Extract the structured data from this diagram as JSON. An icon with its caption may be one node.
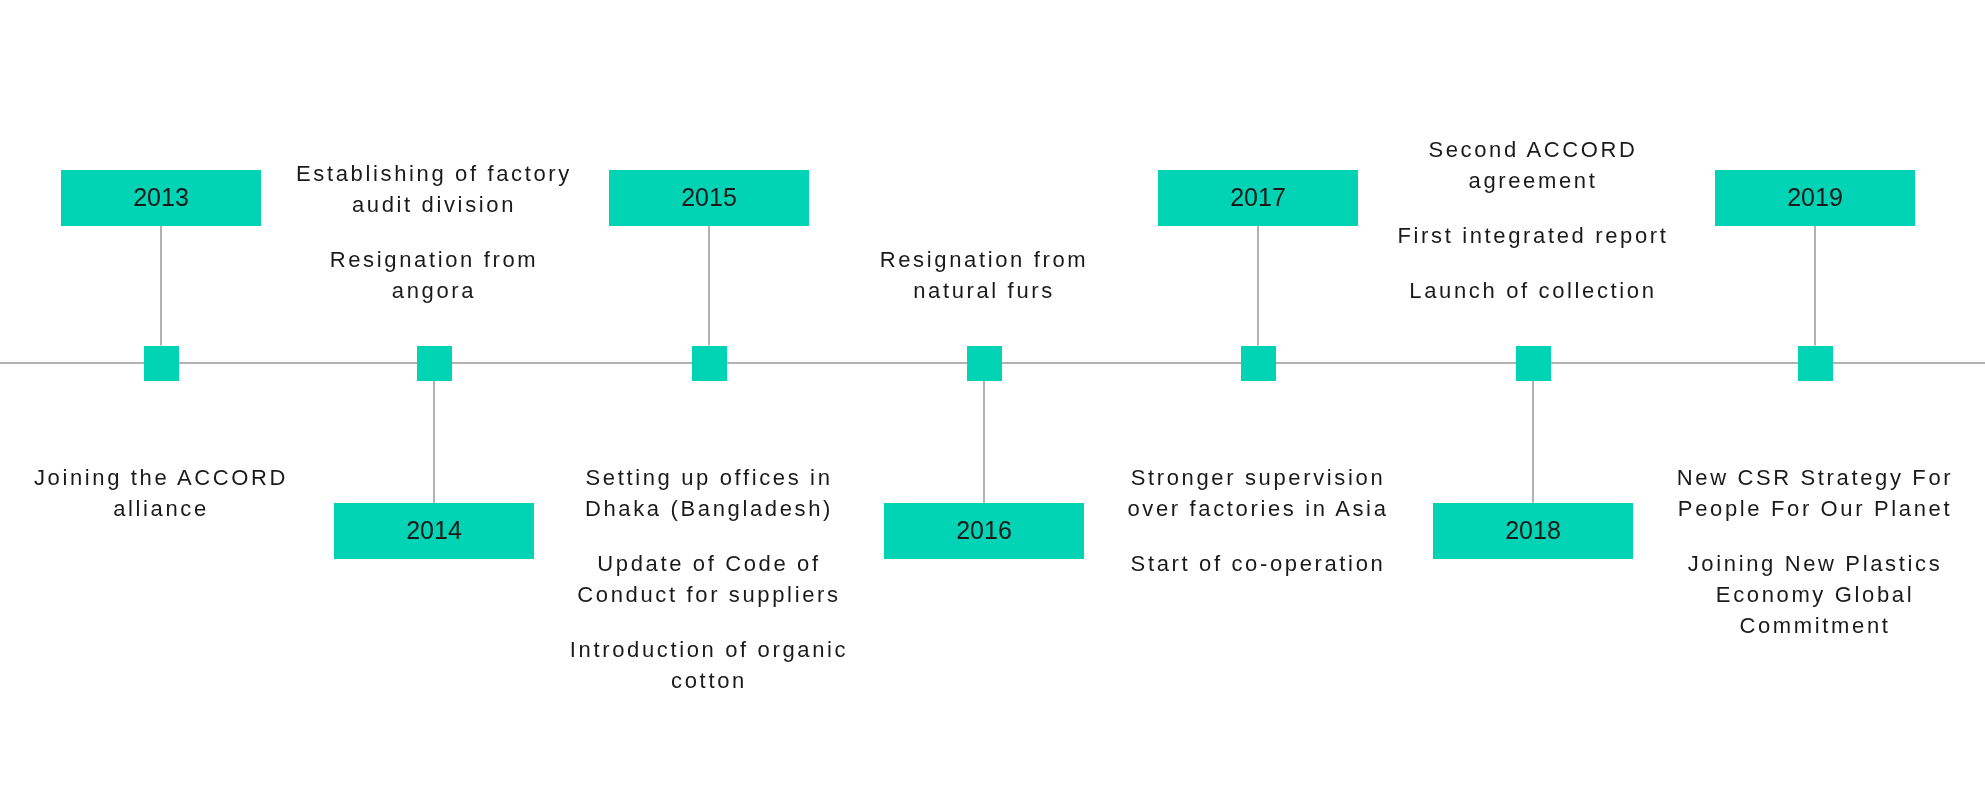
{
  "diagram": {
    "nodes": [
      {
        "text": [
          "2013"
        ]
      },
      {
        "text": [
          "2014"
        ]
      },
      {
        "text": [
          "2015"
        ]
      },
      {
        "text": [
          "2016"
        ]
      },
      {
        "text": [
          "2017"
        ]
      },
      {
        "text": [
          "2018"
        ]
      },
      {
        "text": [
          "2019"
        ]
      },
      {
        "text": [],
        "shape": "box"
      },
      {
        "text": [],
        "shape": "box"
      },
      {
        "text": [],
        "shape": "box"
      },
      {
        "text": [],
        "shape": "box"
      },
      {
        "text": [],
        "shape": "box"
      },
      {
        "text": [],
        "shape": "box"
      },
      {
        "text": [],
        "shape": "box"
      }
    ],
    "edges": [
      {
        "from": 0,
        "to": 7,
        "arrow": "none"
      },
      {
        "from": 1,
        "to": 8,
        "arrow": "none"
      },
      {
        "from": 2,
        "to": 9,
        "arrow": "none"
      },
      {
        "from": 3,
        "to": 10,
        "arrow": "none"
      },
      {
        "from": 4,
        "to": 11,
        "arrow": "none"
      },
      {
        "from": 5,
        "to": 12,
        "arrow": "none"
      },
      {
        "from": 6,
        "to": 13,
        "arrow": "none"
      }
    ],
    "labels": [
      "Joining the ACCORD alliance",
      "Establishing of factory audit division",
      "Resignation from angora",
      "Setting up offices in Dhaka (Bangladesh)",
      "Update of Code of Conduct for suppliers",
      "Introduction of organic cotton",
      "Resignation from natural furs",
      "Stronger supervision over factories in Asia",
      "Start of co-operation",
      "Second ACCORD agreement",
      "First integrated report",
      "Launch of collection",
      "New CSR Strategy For People For Our Planet",
      "Joining New Plastics Economy Global Commitment"
    ]
  }
}
